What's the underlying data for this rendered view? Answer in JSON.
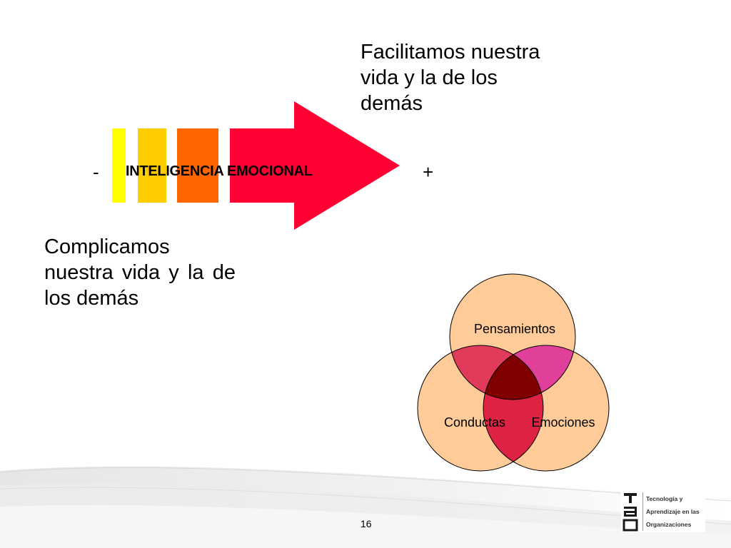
{
  "slide": {
    "top_text": "Facilitamos nuestra vida y la de los demás",
    "bottom_text": "Complicamos nuestra vida y la de los demás",
    "minus_sign": "-",
    "plus_sign": "+",
    "page_number": "16"
  },
  "arrow": {
    "label": "INTELIGENCIA EMOCIONAL",
    "colors": [
      "#ffff00",
      "#ffcc00",
      "#ff6600",
      "#ff0033"
    ]
  },
  "venn": {
    "circles": [
      {
        "label": "Pensamientos"
      },
      {
        "label": "Conductas"
      },
      {
        "label": "Emociones"
      }
    ],
    "colors": {
      "circle_fill": "#ffcc99",
      "overlap_pensamientos_conductas": "#e03b5a",
      "overlap_pensamientos_emociones": "#e0409a",
      "overlap_conductas_emociones": "#dd2244",
      "center": "#800000"
    }
  },
  "logo": {
    "lines": [
      "Tecnología y",
      "Aprendizaje en las",
      "Organizaciones"
    ]
  }
}
